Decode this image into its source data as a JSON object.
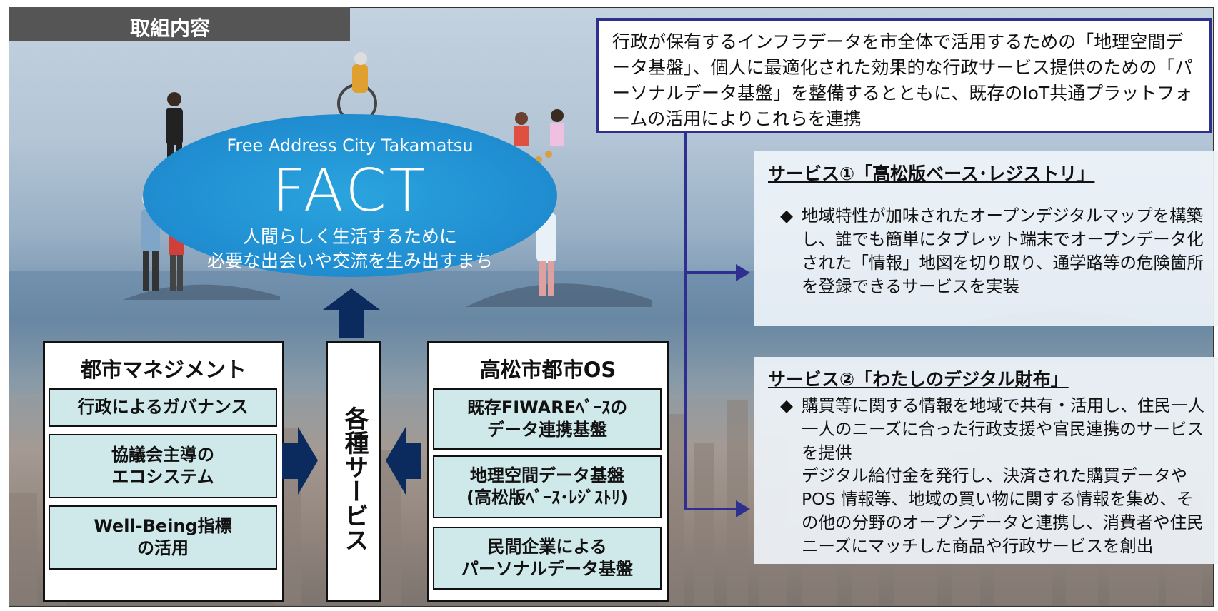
{
  "header": {
    "title": "取組内容"
  },
  "vision": {
    "subtitle": "Free Address City Takamatsu",
    "name": "FACT",
    "tagline_1": "人間らしく生活するために",
    "tagline_2": "必要な出会いや交流を生み出すまち",
    "color": "#1f8cd0"
  },
  "management": {
    "title": "都市マネジメント",
    "items": [
      "行政によるガバナンス",
      "協議会主導の\nエコシステム",
      "Well-Being指標\nの活用"
    ]
  },
  "services_column": {
    "label": "各種サービス"
  },
  "city_os": {
    "title": "高松市都市OS",
    "items": [
      "既存FIWAREﾍﾞｰｽの\nデータ連携基盤",
      "地理空間データ基盤\n(高松版ﾍﾞｰｽ･ﾚｼﾞｽﾄﾘ)",
      "民間企業による\nパーソナルデータ基盤"
    ]
  },
  "description": "行政が保有するインフラデータを市全体で活用するための「地理空間データ基盤」、個人に最適化された効果的な行政サービス提供のための「パーソナルデータ基盤」を整備するとともに、既存のIoT共通プラットフォームの活用によりこれらを連携",
  "service1": {
    "heading": "サービス①「高松版ベース･レジストリ」",
    "bullet": "◆",
    "text": "地域特性が加味されたオープンデジタルマップを構築し、誰でも簡単にタブレット端末でオープンデータ化された「情報」地図を切り取り、通学路等の危険箇所を登録できるサービスを実装"
  },
  "service2": {
    "heading": "サービス②「わたしのデジタル財布」",
    "bullet": "◆",
    "text": "購買等に関する情報を地域で共有・活用し、住民一人一人のニーズに合った行政支援や官民連携のサービスを提供",
    "text2": "デジタル給付金を発行し、決済された購買データやPOS 情報等、地域の買い物に関する情報を集め、その他の分野のオープンデータと連携し、消費者や住民ニーズにマッチした商品や行政サービスを創出"
  },
  "colors": {
    "navy_arrow": "#0b2a5e",
    "connector": "#2e2f8f",
    "item_fill": "#cfe8ea",
    "header_bg": "#555555"
  }
}
